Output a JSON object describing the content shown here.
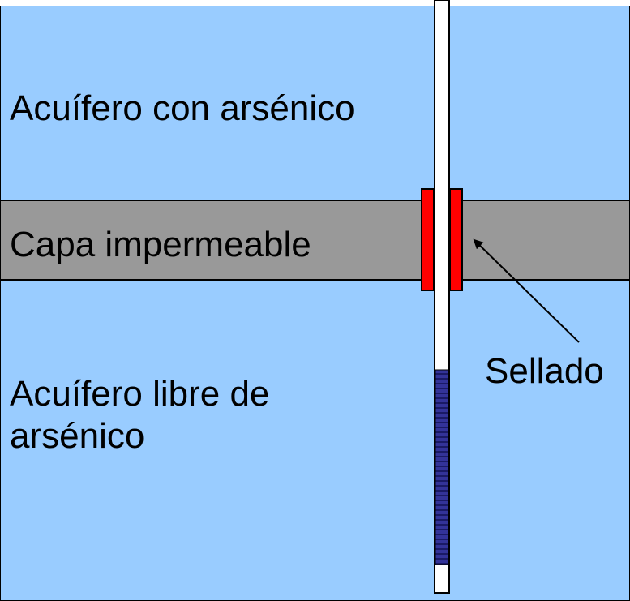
{
  "layers": {
    "top_aquifer_label": "Acuífero con arsénico",
    "confining_layer_label": "Capa impermeable",
    "bottom_aquifer_label": "Acuífero libre de arsénico"
  },
  "annotations": {
    "seal_label": "Sellado"
  },
  "colors": {
    "aquifer": "#99ccff",
    "clay": "#999999",
    "seal": "#ff0000",
    "screen": "#333399",
    "casing": "#ffffff"
  }
}
